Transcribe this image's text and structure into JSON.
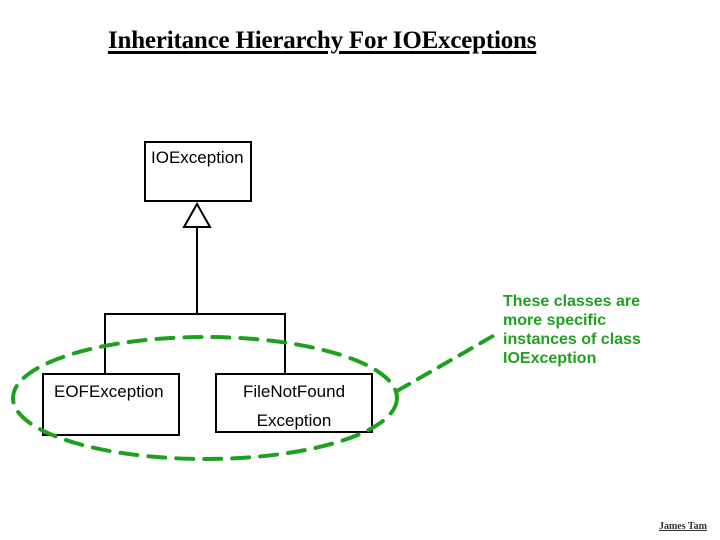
{
  "slide": {
    "title": "Inheritance Hierarchy For IOExceptions",
    "footer_author": "James Tam",
    "background": "#ffffff"
  },
  "colors": {
    "highlight_green": "#1fa11f",
    "line_black": "#000000",
    "title_black": "#000000"
  },
  "icons": {
    "generalization_arrow": "hollow-triangle-up"
  },
  "diagram": {
    "nodes": [
      {
        "id": "ioexception",
        "label": "IOException"
      },
      {
        "id": "eofexception",
        "label": "EOFException"
      },
      {
        "id": "filenotfoundexception",
        "label": "FileNotFound\nException"
      }
    ],
    "annotation": {
      "text": "These classes are\nmore specific\ninstances of class\nIOException"
    }
  }
}
